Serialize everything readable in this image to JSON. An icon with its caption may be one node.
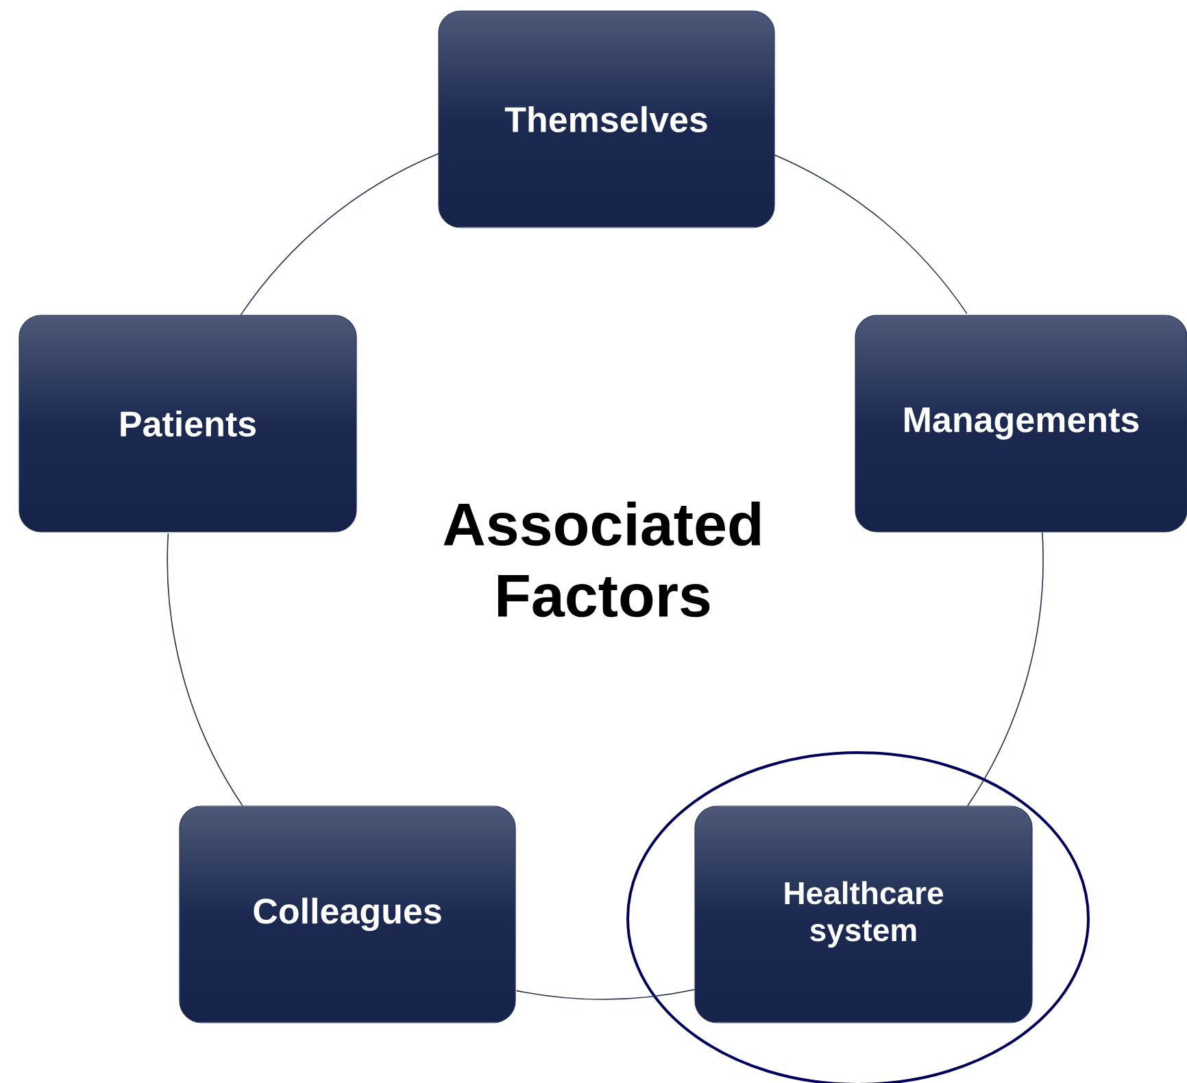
{
  "diagram": {
    "nodes": [
      {
        "text": [
          "Themselves"
        ]
      },
      {
        "text": [
          "Patients"
        ]
      },
      {
        "text": [
          "Managements"
        ]
      },
      {
        "text": [
          "Colleagues"
        ]
      },
      {
        "text": [
          "Healthcare system"
        ]
      }
    ],
    "edges": [
      {
        "from": 0,
        "to": 2,
        "arrow": "none"
      },
      {
        "from": 2,
        "to": 4,
        "arrow": "none"
      },
      {
        "from": 4,
        "to": 3,
        "arrow": "none"
      },
      {
        "from": 3,
        "to": 1,
        "arrow": "none"
      },
      {
        "from": 1,
        "to": 0,
        "arrow": "none"
      }
    ],
    "labels": [
      "Associated Factors"
    ]
  }
}
